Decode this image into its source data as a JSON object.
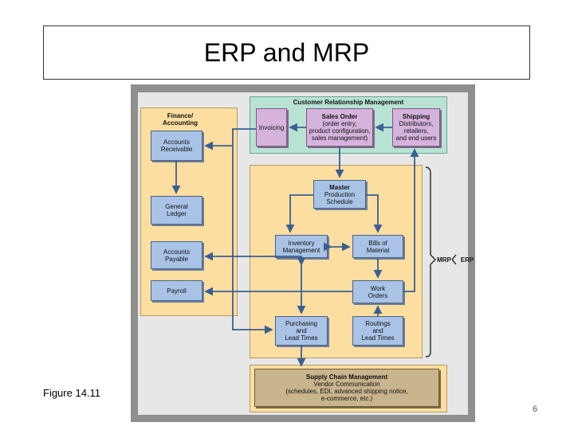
{
  "title": "ERP and MRP",
  "figure_label": "Figure 14.11",
  "page_number": "6",
  "diagram": {
    "finance": {
      "title_line1": "Finance/",
      "title_line2": "Accounting",
      "accounts_receivable": [
        "Accounts",
        "Receivable"
      ],
      "general_ledger": [
        "General",
        "Ledger"
      ],
      "accounts_payable": [
        "Accounts",
        "Payable"
      ],
      "payroll": "Payroll"
    },
    "crm": {
      "title": "Customer Relationship Management",
      "invoicing": "Invoicing",
      "sales_order_title": "Sales Order",
      "sales_order_lines": [
        "(order entry,",
        "product configuration,",
        "sales management)"
      ],
      "shipping_title": "Shipping",
      "shipping_lines": [
        "Distributors,",
        "retailers,",
        "and end users"
      ]
    },
    "mrp": {
      "master_schedule": [
        "Master",
        "Production",
        "Schedule"
      ],
      "inventory": [
        "Inventory",
        "Management"
      ],
      "bom": [
        "Bills of",
        "Material"
      ],
      "work_orders": [
        "Work",
        "Orders"
      ],
      "purchasing": [
        "Purchasing",
        "and",
        "Lead Times"
      ],
      "routings": [
        "Routings",
        "and",
        "Lead Times"
      ]
    },
    "scm": {
      "title": "Supply Chain Management",
      "lines": [
        "Vendor Communication",
        "(schedules, EDI, advanced shipping notice,",
        "e-commerce, etc.)"
      ]
    },
    "bracket_mrp": "MRP",
    "bracket_erp": "ERP",
    "colors": {
      "arrow": "#3b5f94",
      "box_blue": "#a9c3e6",
      "region_yellow": "#fcdea0",
      "crm_green": "#b8e2d4"
    }
  }
}
